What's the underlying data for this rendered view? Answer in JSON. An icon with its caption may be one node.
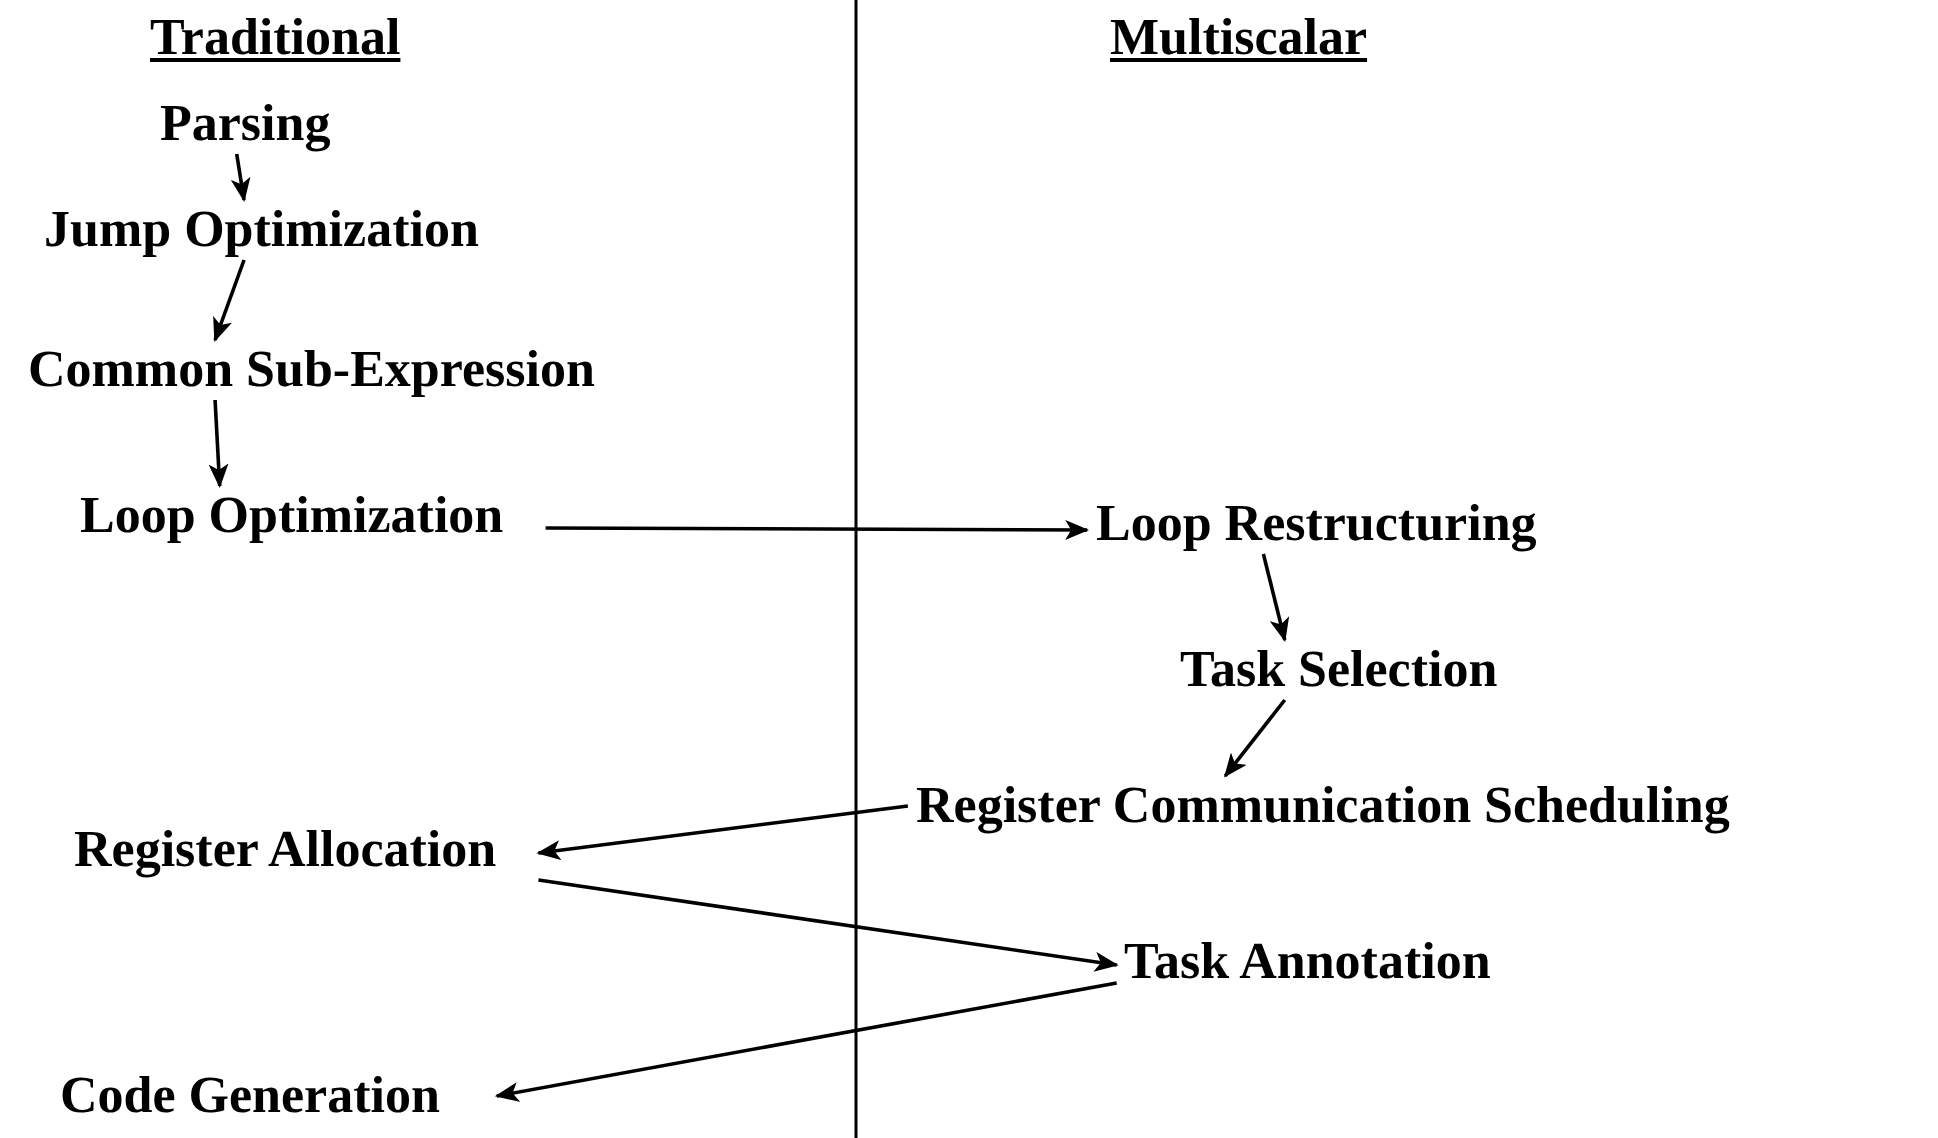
{
  "diagram": {
    "nodes": [
      {
        "text": [
          "Parsing"
        ]
      },
      {
        "text": [
          "Jump Optimization"
        ]
      },
      {
        "text": [
          "Common Sub-Expression"
        ]
      },
      {
        "text": [
          "Loop Optimization"
        ]
      },
      {
        "text": [
          "Loop Restructuring"
        ]
      },
      {
        "text": [
          "Task Selection"
        ]
      },
      {
        "text": [
          "Register Communication Scheduling"
        ]
      },
      {
        "text": [
          "Register Allocation"
        ]
      },
      {
        "text": [
          "Task Annotation"
        ]
      },
      {
        "text": [
          "Code Generation"
        ]
      }
    ],
    "edges": [
      {
        "from": 0,
        "to": 1,
        "arrow": "to"
      },
      {
        "from": 1,
        "to": 2,
        "arrow": "to"
      },
      {
        "from": 2,
        "to": 3,
        "arrow": "to"
      },
      {
        "from": 3,
        "to": 4,
        "arrow": "to"
      },
      {
        "from": 4,
        "to": 5,
        "arrow": "to"
      },
      {
        "from": 5,
        "to": 6,
        "arrow": "to"
      },
      {
        "from": 6,
        "to": 7,
        "arrow": "to"
      },
      {
        "from": 7,
        "to": 8,
        "arrow": "to"
      },
      {
        "from": 8,
        "to": 9,
        "arrow": "to"
      }
    ],
    "labels": [
      "Traditional",
      "Multiscalar"
    ]
  }
}
